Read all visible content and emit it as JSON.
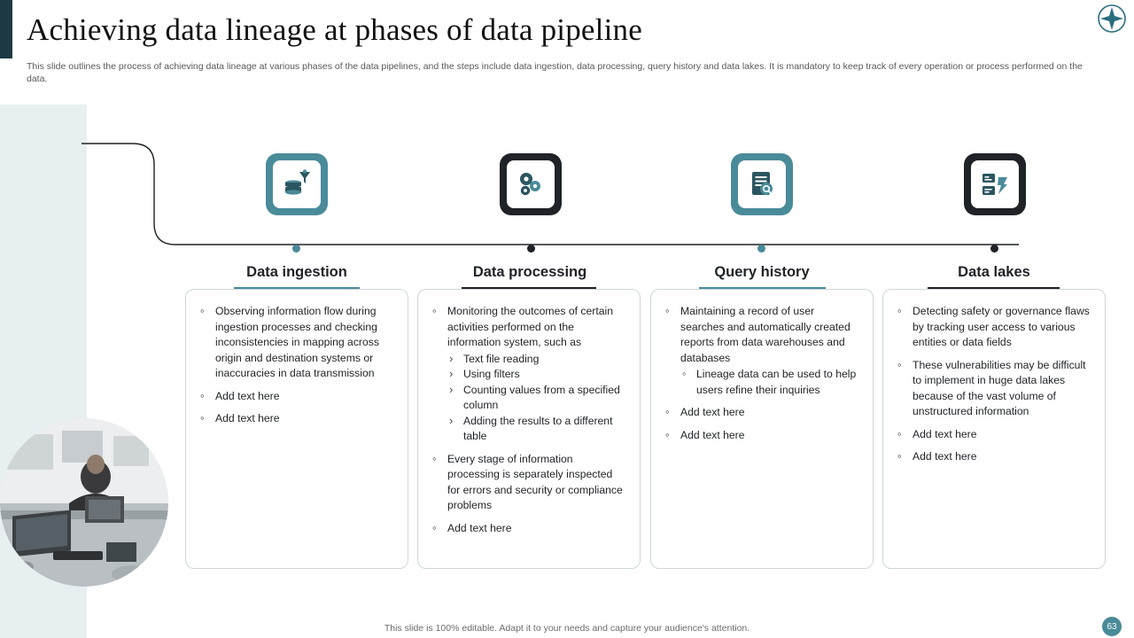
{
  "header": {
    "title": "Achieving data lineage at phases of data pipeline",
    "subtitle": "This slide outlines the process of achieving data lineage at various phases of the data pipelines, and the steps include data ingestion, data processing, query history and data lakes. It is mandatory to keep track of every operation or process performed on the data.",
    "logo_icon": "compass-star-icon"
  },
  "columns": [
    {
      "heading": "Data ingestion",
      "icon": "database-funnel-icon",
      "accent": "#4a8b99",
      "tile_style": "teal",
      "bullets": [
        {
          "text": "Observing information flow during ingestion processes and checking inconsistencies in mapping across origin and destination systems or inaccuracies in data transmission"
        },
        {
          "text": "Add text here"
        },
        {
          "text": "Add text here"
        }
      ]
    },
    {
      "heading": "Data processing",
      "icon": "gears-processing-icon",
      "accent": "#1f2227",
      "tile_style": "dark",
      "bullets": [
        {
          "text": "Monitoring the outcomes of certain activities performed on the information system, such as",
          "sub_style": "chevron",
          "sub": [
            "Text file reading",
            "Using filters",
            "Counting values from a specified column",
            "Adding the results to a different table"
          ]
        },
        {
          "text": "Every stage of information processing is separately inspected for errors and security or compliance problems"
        },
        {
          "text": "Add text here"
        }
      ]
    },
    {
      "heading": "Query history",
      "icon": "document-search-icon",
      "accent": "#4a8b99",
      "tile_style": "teal",
      "bullets": [
        {
          "text": "Maintaining a record of user searches and automatically created reports from data warehouses and databases",
          "sub_style": "circle",
          "sub": [
            "Lineage data can be used to help users refine their inquiries"
          ]
        },
        {
          "text": "Add text here"
        },
        {
          "text": "Add text here"
        }
      ]
    },
    {
      "heading": "Data lakes",
      "icon": "data-blocks-icon",
      "accent": "#1f2227",
      "tile_style": "dark",
      "bullets": [
        {
          "text": "Detecting safety or governance flaws by tracking user access to various entities or data fields"
        },
        {
          "text": "These vulnerabilities may be difficult to implement in huge data lakes because of the vast volume of unstructured information"
        },
        {
          "text": "Add text here"
        },
        {
          "text": "Add text here"
        }
      ]
    }
  ],
  "footer": {
    "note": "This slide is 100% editable. Adapt it to your needs and capture your audience's attention.",
    "page_number": "63"
  },
  "photo": {
    "alt": "person-working-on-laptops-photo"
  }
}
